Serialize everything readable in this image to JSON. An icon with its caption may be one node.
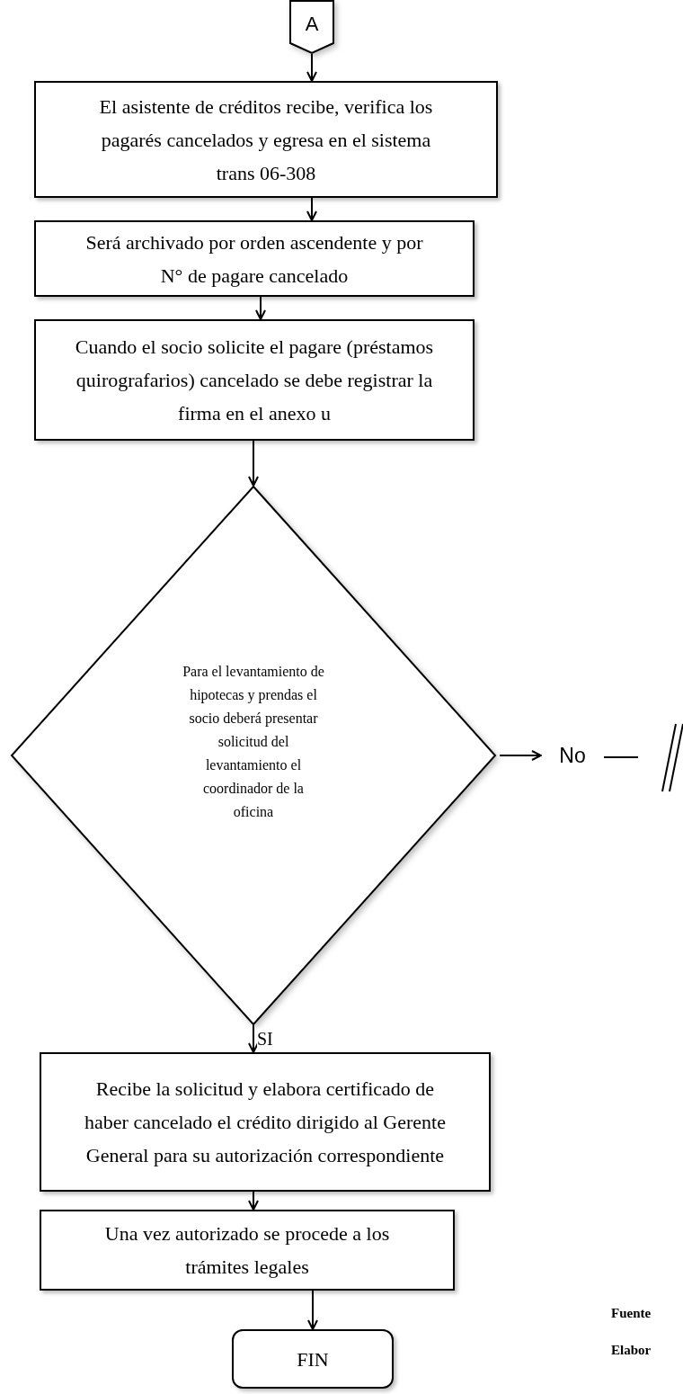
{
  "diagram": {
    "nodes": [
      {
        "text": [
          "A"
        ]
      },
      {
        "text": [
          "El asistente de créditos recibe, verifica los pagarés cancelados y egresa en el sistema trans 06-308"
        ]
      },
      {
        "text": [
          "Será archivado por orden ascendente y por N° de pagare cancelado"
        ]
      },
      {
        "text": [
          "Cuando el socio solicite el pagare (préstamos quirografarios) cancelado se debe registrar la firma en el anexo u"
        ]
      },
      {
        "text": [
          "Para el levantamiento de hipotecas y prendas el socio deberá presentar solicitud del levantamiento el coordinador de la oficina"
        ]
      },
      {
        "text": [
          "Recibe la solicitud y elabora certificado de haber cancelado el crédito dirigido al Gerente General para su autorización correspondiente"
        ]
      },
      {
        "text": [
          "Una vez autorizado se procede a los trámites legales"
        ]
      },
      {
        "text": [
          "FIN"
        ]
      },
      {
        "text": [
          "No"
        ]
      }
    ],
    "edges": [
      {
        "from": 0,
        "to": 1,
        "arrow": "to"
      },
      {
        "from": 1,
        "to": 2,
        "arrow": "to"
      },
      {
        "from": 2,
        "to": 3,
        "arrow": "to"
      },
      {
        "from": 3,
        "to": 4,
        "arrow": "to"
      },
      {
        "from": 4,
        "to": 8,
        "arrow": "to"
      },
      {
        "from": 8,
        "to": null,
        "arrow": "none"
      },
      {
        "from": 4,
        "to": 5,
        "label": "SI",
        "arrow": "to"
      },
      {
        "from": 5,
        "to": 6,
        "arrow": "to"
      },
      {
        "from": 6,
        "to": 7,
        "arrow": "to"
      }
    ],
    "labels": [
      "Fuente",
      "Elabor"
    ]
  }
}
